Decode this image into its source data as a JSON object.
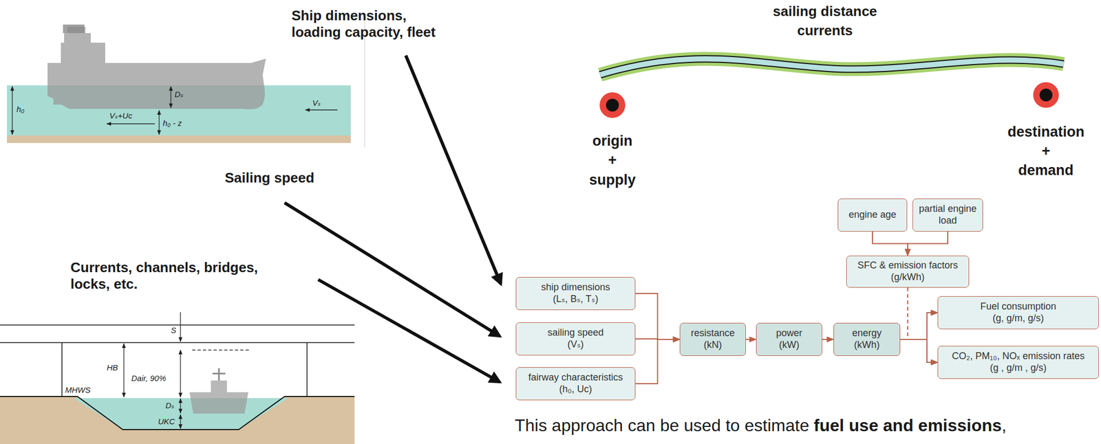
{
  "diagram": {
    "nodes": [
      {
        "text": [
          "ship dimensions",
          "(Lₛ, Bₛ, Tₛ)"
        ]
      },
      {
        "text": [
          "sailing speed",
          "(Vₛ)"
        ]
      },
      {
        "text": [
          "fairway characteristics",
          "(h₀, Uc)"
        ]
      },
      {
        "text": [
          "resistance",
          "(kN)"
        ]
      },
      {
        "text": [
          "power",
          "(kW)"
        ]
      },
      {
        "text": [
          "energy",
          "(kWh)"
        ]
      },
      {
        "text": [
          "engine age"
        ]
      },
      {
        "text": [
          "partial engine load"
        ]
      },
      {
        "text": [
          "SFC & emission factors",
          "(g/kWh)"
        ]
      },
      {
        "text": [
          "Fuel consumption",
          "(g, g/m, g/s)"
        ]
      },
      {
        "text": [
          "CO₂, PM₁₀, NOₓ emission rates",
          "(g , g/m , g/s)"
        ]
      }
    ],
    "edges": [
      {
        "from": 0,
        "to": 3,
        "arrow": "to"
      },
      {
        "from": 1,
        "to": 3,
        "arrow": "to"
      },
      {
        "from": 2,
        "to": 3,
        "arrow": "to"
      },
      {
        "from": 3,
        "to": 4,
        "arrow": "to"
      },
      {
        "from": 4,
        "to": 5,
        "arrow": "to"
      },
      {
        "from": 6,
        "to": 8,
        "arrow": "to"
      },
      {
        "from": 7,
        "to": 8,
        "arrow": "to"
      },
      {
        "from": 5,
        "to": 9,
        "arrow": "to"
      },
      {
        "from": 5,
        "to": 10,
        "arrow": "to"
      },
      {
        "from": 8,
        "to": 9,
        "arrow": "to"
      },
      {
        "from": 8,
        "to": 10,
        "arrow": "to"
      }
    ],
    "labels": [
      "Ship dimensions, loading capacity, fleet",
      "Sailing speed",
      "Currents, channels, bridges, locks, etc.",
      "sailing distance",
      "currents",
      "origin",
      "+",
      "supply",
      "destination",
      "+",
      "demand",
      "h₀",
      "Dₛ",
      "Vₛ+Uc",
      "h₀ - z",
      "Vₛ",
      "S",
      "HB",
      "Dair, 90%",
      "MHWS",
      "Dₛ",
      "UKC",
      "This approach can be used to estimate",
      "fuel use and emissions",
      ","
    ]
  }
}
